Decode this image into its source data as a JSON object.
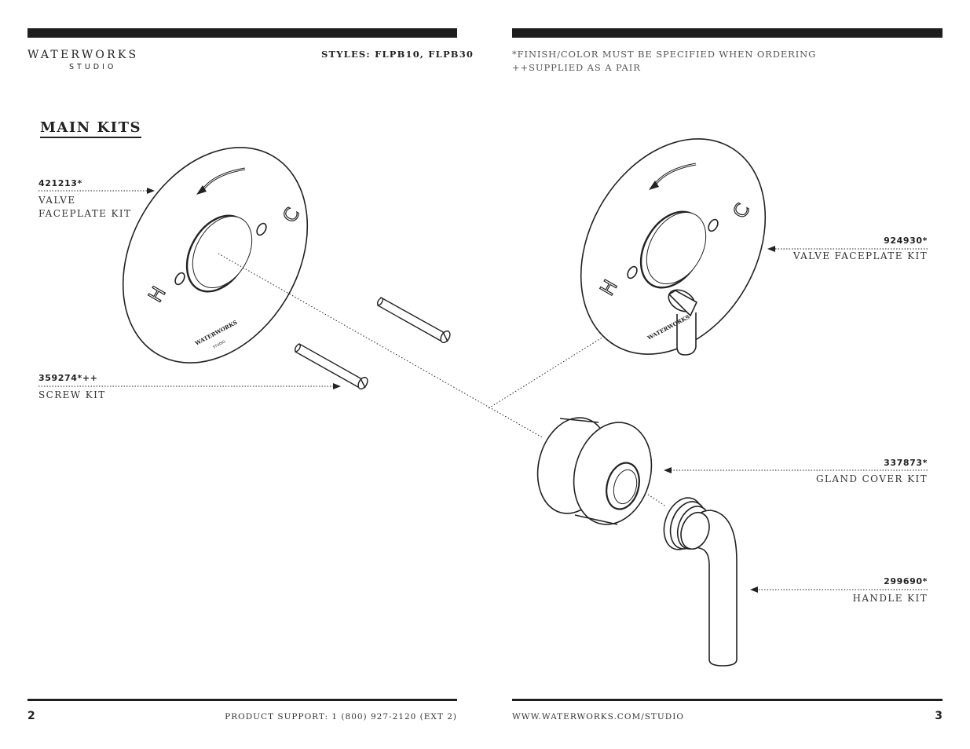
{
  "brand": {
    "name": "WATERWORKS",
    "sub": "STUDIO"
  },
  "header": {
    "styles": "STYLES: FLPB10, FLPB30",
    "note_finish": "*FINISH/COLOR MUST BE SPECIFIED WHEN ORDERING",
    "note_pair": "++SUPPLIED AS A PAIR"
  },
  "section_title": "MAIN KITS",
  "parts": {
    "valve_faceplate_left": {
      "number": "421213*",
      "name_line1": "VALVE",
      "name_line2": "FACEPLATE KIT"
    },
    "screw": {
      "number": "359274*++",
      "name": "SCREW KIT"
    },
    "valve_faceplate_right": {
      "number": "924930*",
      "name": "VALVE FACEPLATE KIT"
    },
    "gland_cover": {
      "number": "337873*",
      "name": "GLAND COVER KIT"
    },
    "handle": {
      "number": "299690*",
      "name": "HANDLE KIT"
    }
  },
  "faceplate_marks": {
    "hot": "H",
    "cold": "C",
    "logo": "WATERWORKS",
    "logo_sub": "STUDIO"
  },
  "footer": {
    "page_left": "2",
    "support": "PRODUCT SUPPORT: 1 (800) 927-2120 (EXT 2)",
    "website": "WWW.WATERWORKS.COM/STUDIO",
    "page_right": "3"
  }
}
